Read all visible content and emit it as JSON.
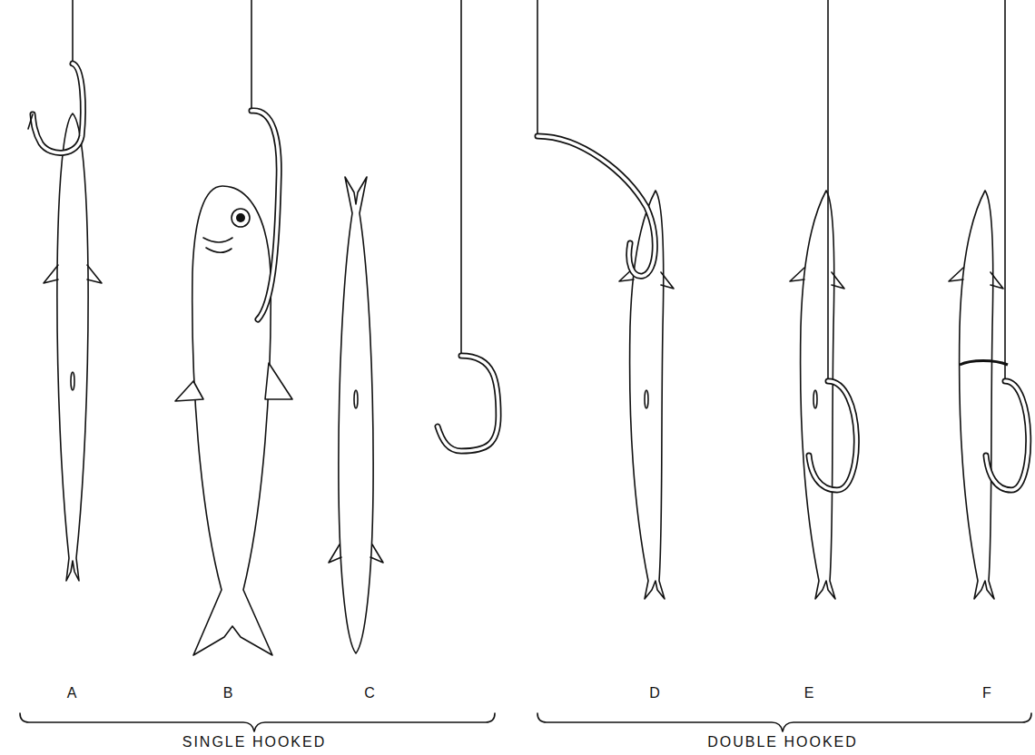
{
  "diagram": {
    "labels": [
      "A",
      "B",
      "C",
      "D",
      "E",
      "F",
      "SINGLE HOOKED",
      "DOUBLE HOOKED"
    ]
  }
}
